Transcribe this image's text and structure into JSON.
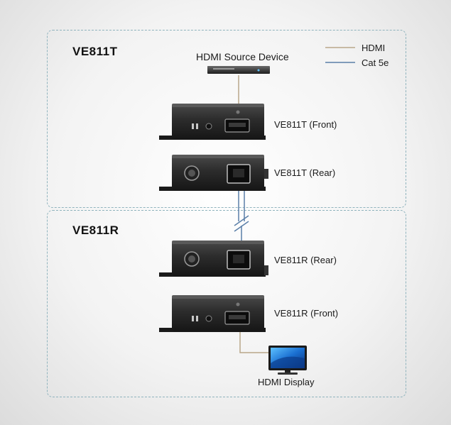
{
  "diagram": {
    "transmitter_title": "VE811T",
    "receiver_title": "VE811R",
    "source_label": "HDMI Source Device",
    "display_label": "HDMI Display",
    "tx_front_label": "VE811T (Front)",
    "tx_rear_label": "VE811T (Rear)",
    "rx_rear_label": "VE811R (Rear)",
    "rx_front_label": "VE811R (Front)",
    "legend": [
      {
        "label": "HDMI",
        "color": "#b9a78a"
      },
      {
        "label": "Cat 5e",
        "color": "#5a7fa8"
      }
    ]
  }
}
